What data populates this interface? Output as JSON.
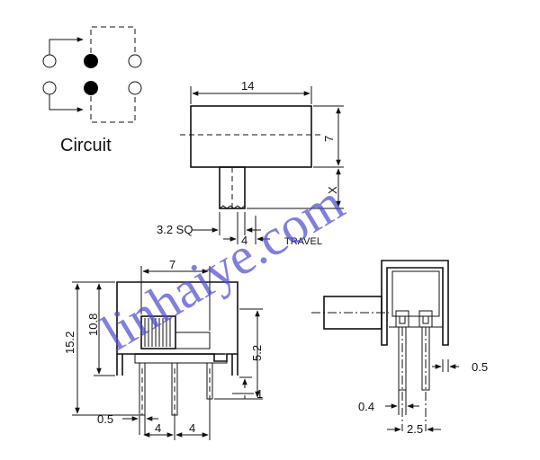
{
  "circuit": {
    "label": "Circuit"
  },
  "top_view": {
    "width_label": "14",
    "height_label": "7",
    "x_label": "X",
    "sq_label": "3.2 SQ",
    "travel_value": "4",
    "travel_label": "TRAVEL"
  },
  "front_view": {
    "width_label": "7",
    "total_height": "15.2",
    "body_height": "10.8",
    "pin_height": "5.2",
    "pin_offset": "1",
    "pin_width": "0.5",
    "pitch_left": "4",
    "pitch_right": "4"
  },
  "side_view": {
    "pin_width": "0.5",
    "pin_thickness": "0.4",
    "pin_spacing": "2.5"
  },
  "watermark": "linhaiye.com",
  "colors": {
    "line": "#111111",
    "watermark": "#4a4ad0"
  }
}
